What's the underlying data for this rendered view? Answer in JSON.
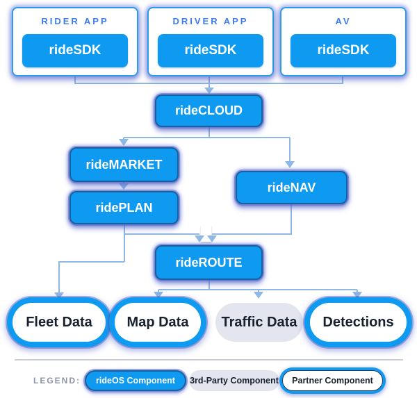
{
  "apps": [
    {
      "title": "RIDER APP",
      "sdk_label": "rideSDK"
    },
    {
      "title": "DRIVER APP",
      "sdk_label": "rideSDK"
    },
    {
      "title": "AV",
      "sdk_label": "rideSDK"
    }
  ],
  "services": {
    "cloud": "rideCLOUD",
    "market": "rideMARKET",
    "plan": "ridePLAN",
    "nav": "rideNAV",
    "route": "rideROUTE"
  },
  "data_sources": [
    {
      "label": "Fleet Data",
      "type": "partner"
    },
    {
      "label": "Map Data",
      "type": "partner"
    },
    {
      "label": "Traffic Data",
      "type": "third-party"
    },
    {
      "label": "Detections",
      "type": "partner"
    }
  ],
  "legend": {
    "label": "LEGEND:",
    "items": [
      {
        "label": "rideOS Component",
        "type": "rideos"
      },
      {
        "label": "3rd-Party Component",
        "type": "third-party"
      },
      {
        "label": "Partner Component",
        "type": "partner"
      }
    ]
  },
  "colors": {
    "rideos_blue": "#0e9af1",
    "node_border_blue": "#19619e",
    "glow_periwinkle": "#5a6ecf",
    "card_border_blue": "#2e9be9",
    "app_title_blue": "#3d7bf2",
    "connector_blue": "#8fb8e4",
    "third_party_gray": "#e3e6ee",
    "text_dark": "#17212e",
    "legend_label_gray": "#8a95a5"
  }
}
